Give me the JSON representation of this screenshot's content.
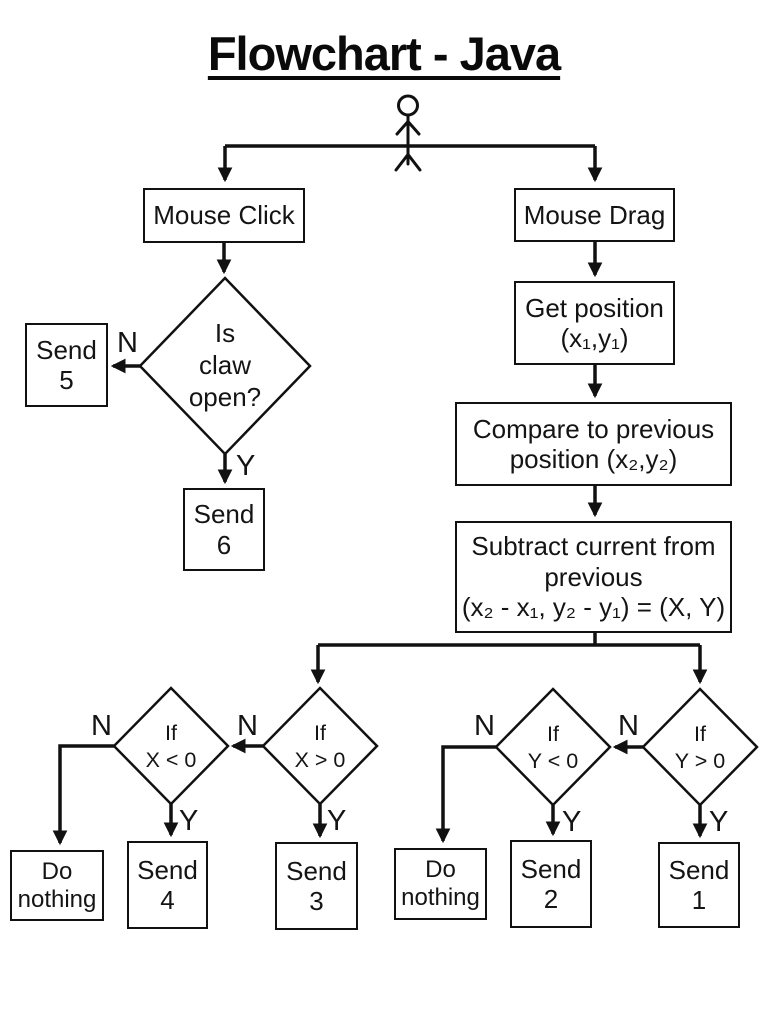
{
  "title": "Flowchart - Java",
  "colors": {
    "ink": "#000000",
    "background": "#ffffff"
  },
  "icons": {
    "actor": "stick-figure"
  },
  "labels": {
    "no": "N",
    "yes": "Y"
  },
  "nodes": {
    "mouse_click": "Mouse Click",
    "mouse_drag": "Mouse Drag",
    "is_claw_open": "Is\nclaw\nopen?",
    "send_5": "Send\n5",
    "send_6": "Send\n6",
    "get_position": "Get position\n(x₁,y₁)",
    "compare_previous": "Compare to previous\nposition (x₂,y₂)",
    "subtract": "Subtract current from\nprevious\n(x₂ - x₁, y₂ - y₁) = (X, Y)",
    "if_x_lt_0": "If\nX < 0",
    "if_x_gt_0": "If\nX > 0",
    "if_y_lt_0": "If\nY < 0",
    "if_y_gt_0": "If\nY > 0",
    "do_nothing_x": "Do\nnothing",
    "do_nothing_y": "Do\nnothing",
    "send_4": "Send\n4",
    "send_3": "Send\n3",
    "send_2": "Send\n2",
    "send_1": "Send\n1"
  }
}
